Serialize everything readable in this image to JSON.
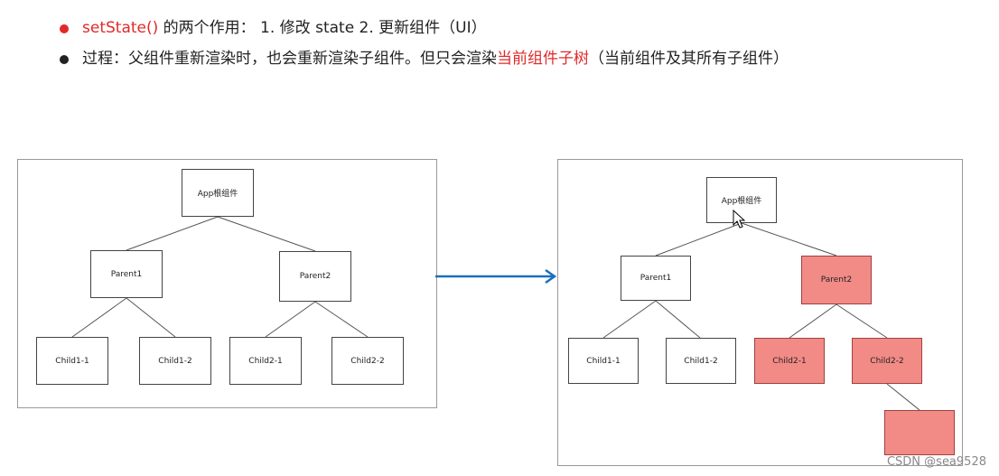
{
  "bullets": [
    {
      "prefix": "setState()",
      "text": " 的两个作用： 1. 修改 state 2. 更新组件（UI）",
      "dot_color": "#e02a2a"
    },
    {
      "text_before": "过程：父组件重新渲染时，也会重新渲染子组件。但只会渲染",
      "highlight": "当前组件子树",
      "text_after": "（当前组件及其所有子组件）",
      "dot_color": "#222222"
    }
  ],
  "diagram_left": {
    "root": "App根组件",
    "parent1": "Parent1",
    "parent2": "Parent2",
    "child1_1": "Child1-1",
    "child1_2": "Child1-2",
    "child2_1": "Child2-1",
    "child2_2": "Child2-2"
  },
  "diagram_right": {
    "root": "App根组件",
    "parent1": "Parent1",
    "parent2": "Parent2",
    "child1_1": "Child1-1",
    "child1_2": "Child1-2",
    "child2_1": "Child2-1",
    "child2_2": "Child2-2",
    "extra": ""
  },
  "colors": {
    "highlight_fill": "#f28b86",
    "arrow": "#1a6fc0",
    "accent_red": "#e02a2a"
  },
  "watermark": "CSDN @sea9528"
}
